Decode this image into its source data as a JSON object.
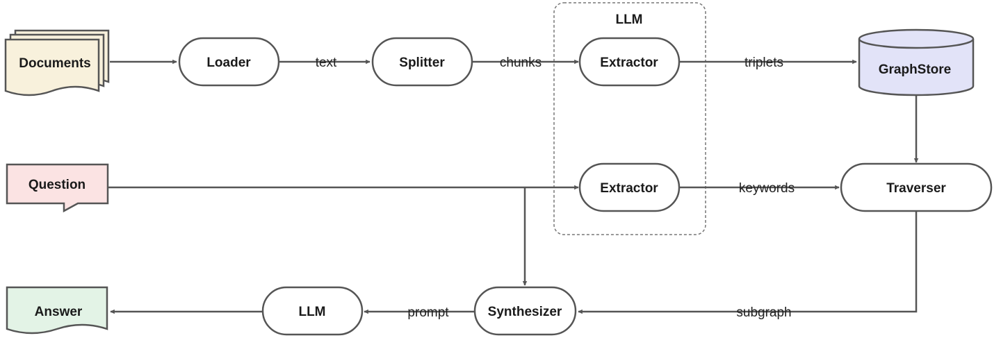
{
  "group": {
    "label": "LLM"
  },
  "nodes": {
    "documents": {
      "label": "Documents"
    },
    "loader": {
      "label": "Loader"
    },
    "splitter": {
      "label": "Splitter"
    },
    "extractor_top": {
      "label": "Extractor"
    },
    "graphstore": {
      "label": "GraphStore"
    },
    "question": {
      "label": "Question"
    },
    "extractor_bottom": {
      "label": "Extractor"
    },
    "traverser": {
      "label": "Traverser"
    },
    "answer": {
      "label": "Answer"
    },
    "llm": {
      "label": "LLM"
    },
    "synthesizer": {
      "label": "Synthesizer"
    }
  },
  "edges": {
    "text": "text",
    "chunks": "chunks",
    "triplets": "triplets",
    "keywords": "keywords",
    "subgraph": "subgraph",
    "prompt": "prompt"
  },
  "colors": {
    "documents_fill": "#f8f1dc",
    "graphstore_fill": "#e2e3f8",
    "question_fill": "#fbe3e3",
    "answer_fill": "#e3f3e6",
    "stroke": "#555555",
    "process_fill": "#ffffff"
  }
}
